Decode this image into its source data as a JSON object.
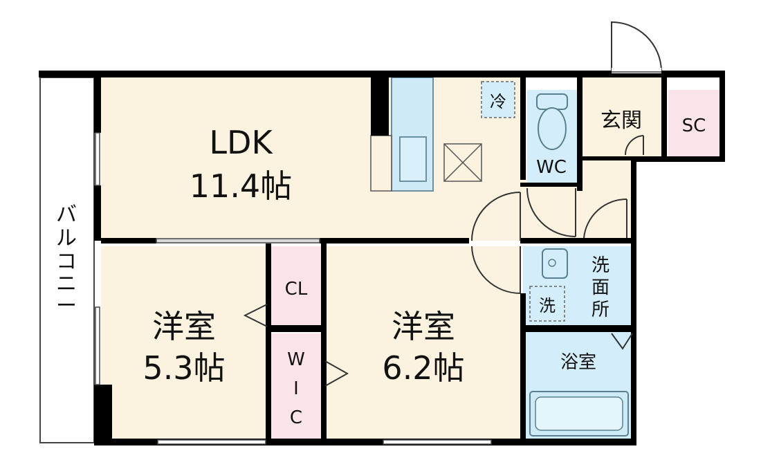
{
  "plan": {
    "ldk_name": "LDK",
    "ldk_size": "11.4帖",
    "western1_name": "洋室",
    "western1_size": "5.3帖",
    "western2_name": "洋室",
    "western2_size": "6.2帖",
    "closet": "CL",
    "wic_1": "W",
    "wic_2": "I",
    "wic_3": "C",
    "wc": "WC",
    "entrance": "玄関",
    "shoe_closet": "SC",
    "washroom_1": "洗",
    "washroom_2": "面",
    "washroom_3": "所",
    "washer": "洗",
    "fridge": "冷",
    "bath": "浴室",
    "balcony_1": "バ",
    "balcony_2": "ル",
    "balcony_3": "コ",
    "balcony_4": "ニ",
    "balcony_5": "ー"
  },
  "colors": {
    "floor": "#fbf3df",
    "closet": "#fbe3ea",
    "water": "#d3eefa",
    "wall": "#000000"
  }
}
